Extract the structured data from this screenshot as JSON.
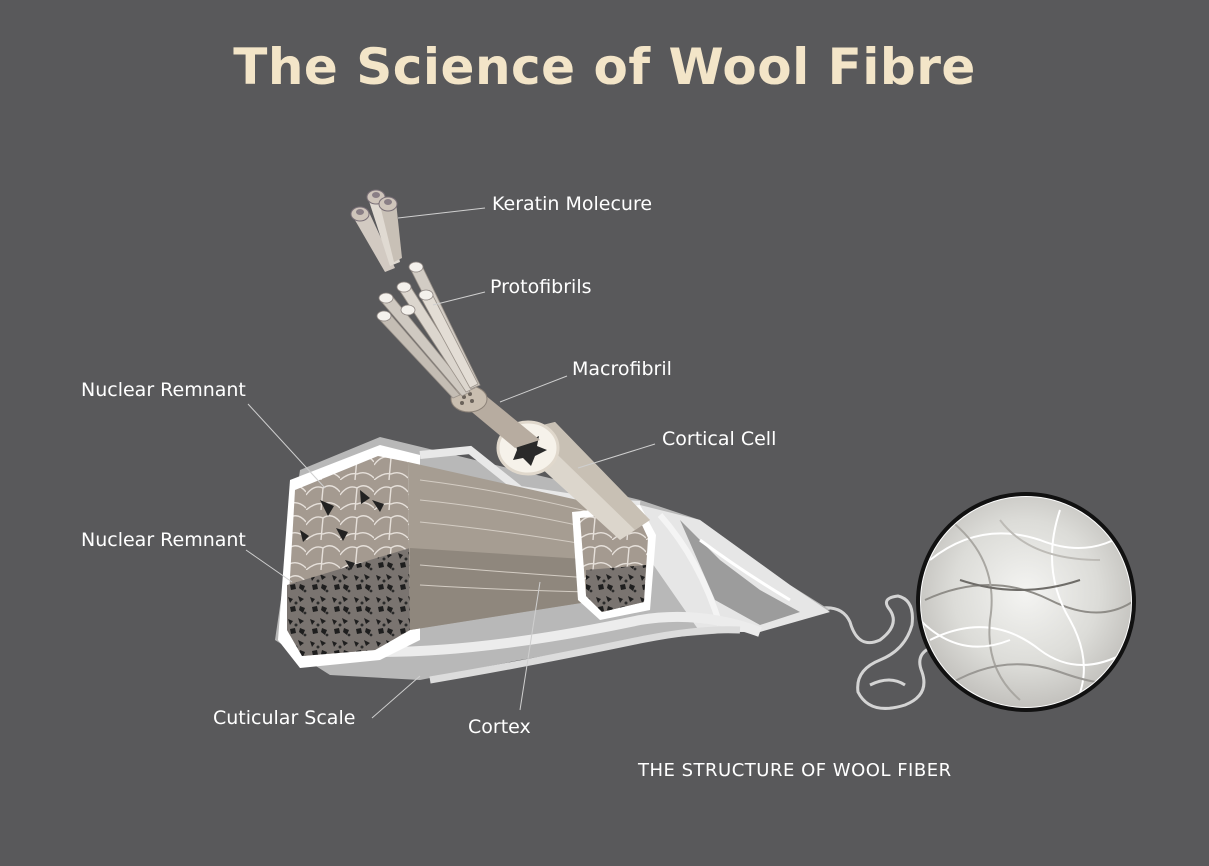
{
  "title": "The Science of Wool Fibre",
  "labels": {
    "keratin": "Keratin Molecure",
    "protofibrils": "Protofibrils",
    "macrofibril": "Macrofibril",
    "cortical_cell": "Cortical Cell",
    "nuclear_remnant_upper": "Nuclear Remnant",
    "nuclear_remnant_lower": "Nuclear Remnant",
    "cuticular_scale": "Cuticular Scale",
    "cortex": "Cortex"
  },
  "caption": "THE STRUCTURE OF WOOL FIBER",
  "colors": {
    "background": "#59595b",
    "title": "#f3e5c8",
    "label": "#ffffff",
    "leader_line": "#cfcfcf"
  }
}
